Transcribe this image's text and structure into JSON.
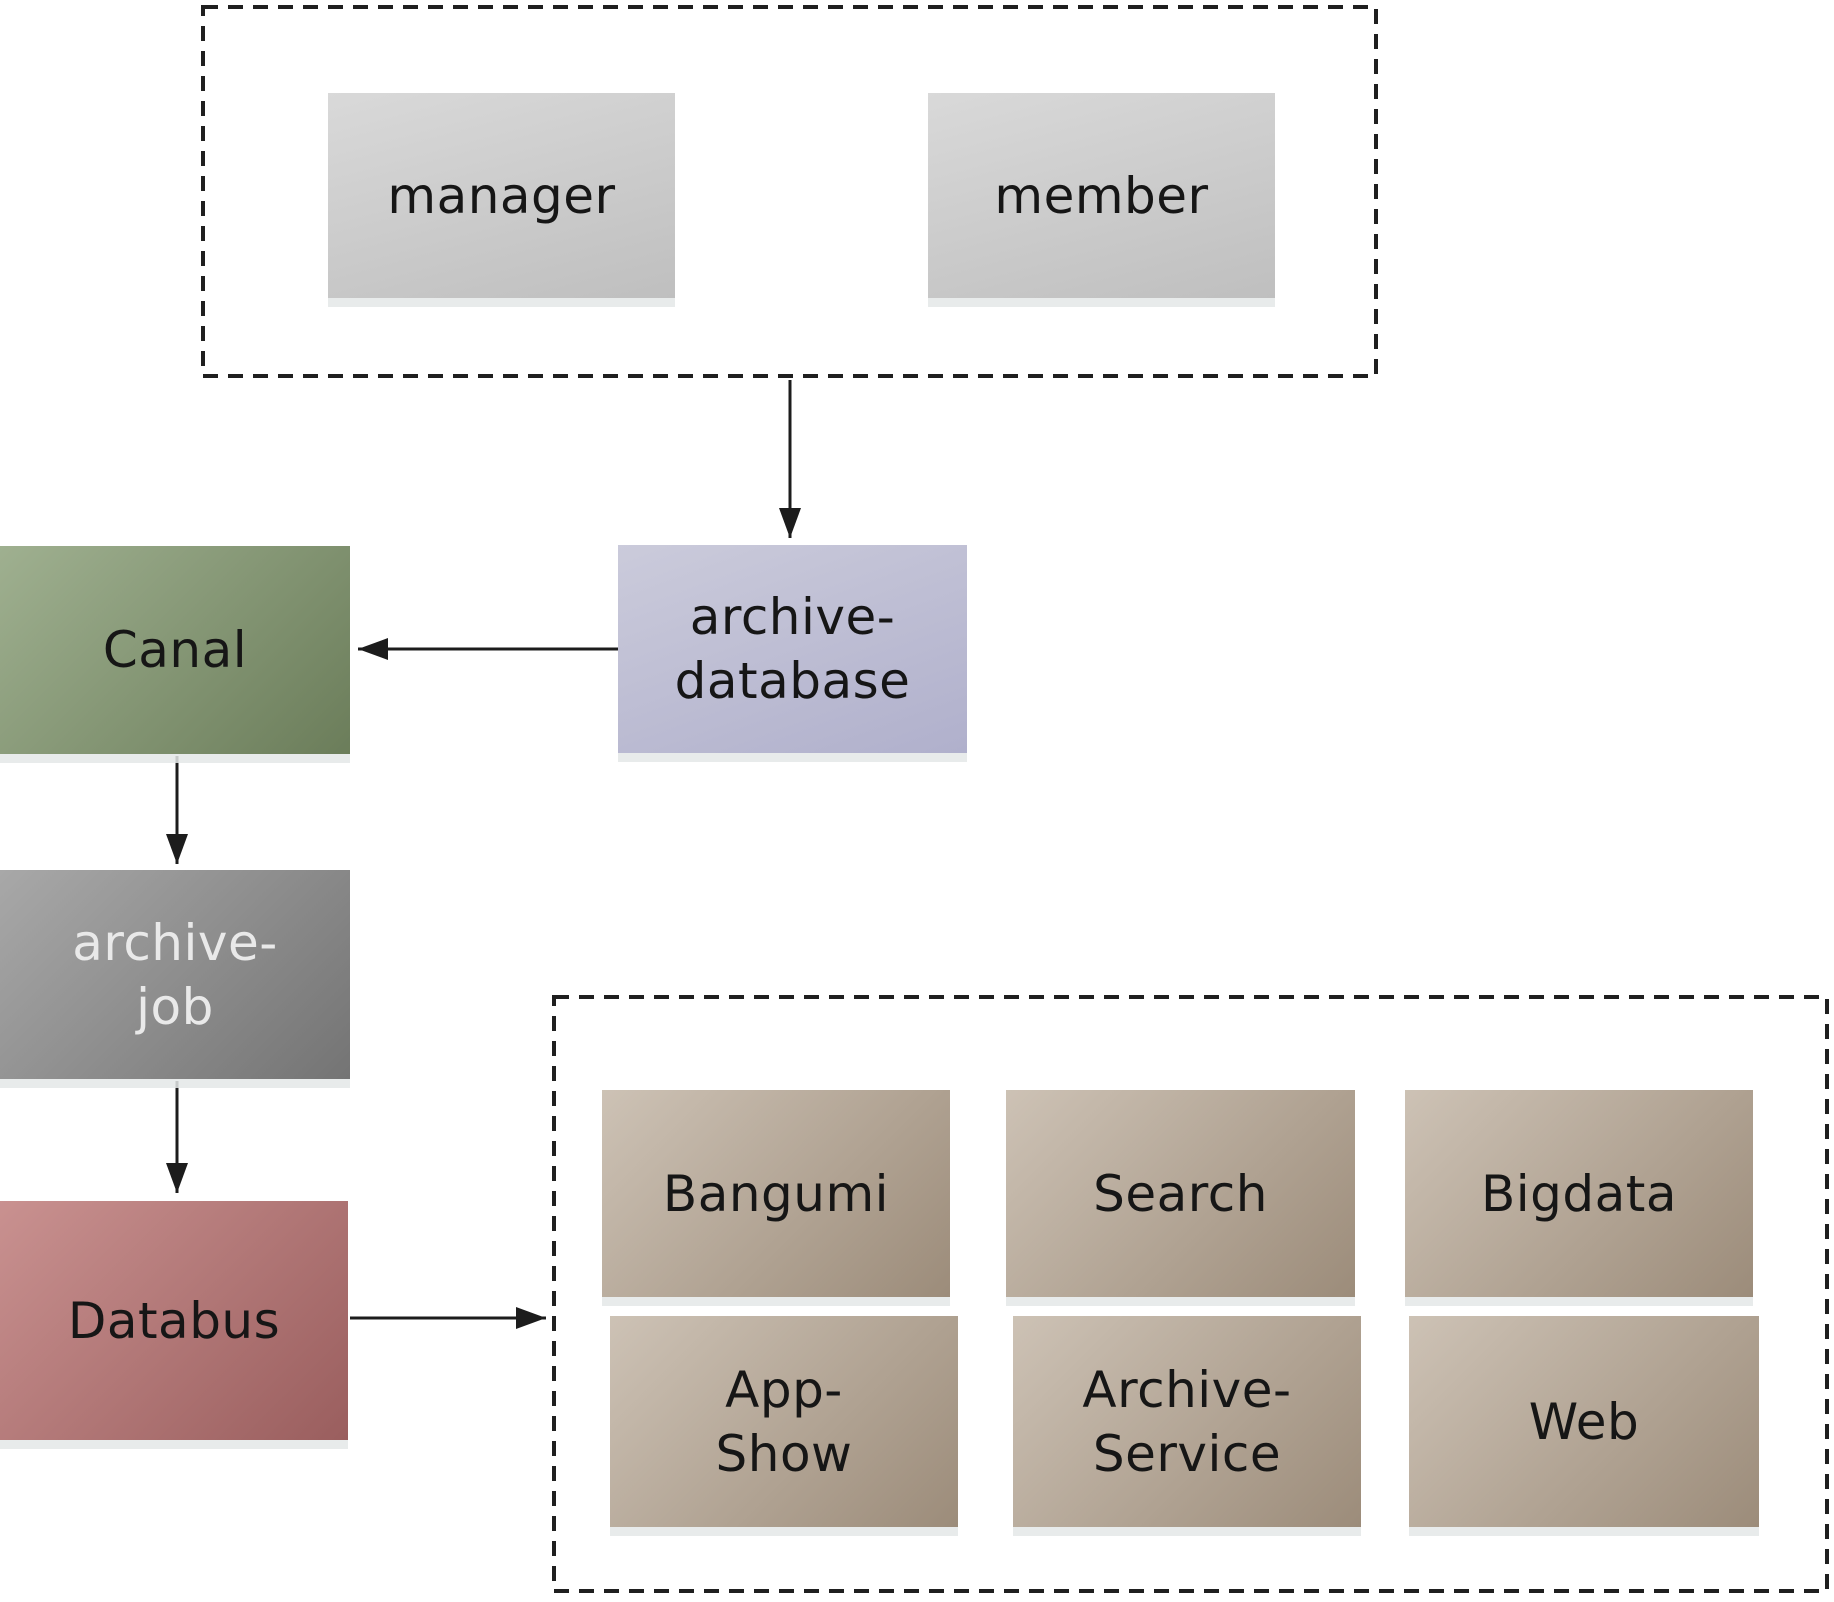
{
  "diagram": {
    "background": "#ffffff",
    "connector_color": "#1c1c1c",
    "dashed_border_color": "#1f1f1f",
    "nodes": {
      "manager": {
        "lines": [
          "manager"
        ]
      },
      "member": {
        "lines": [
          "member"
        ]
      },
      "archive_database": {
        "lines": [
          "archive-",
          "database"
        ]
      },
      "canal": {
        "lines": [
          "Canal"
        ]
      },
      "archive_job": {
        "lines": [
          "archive-",
          "job"
        ]
      },
      "databus": {
        "lines": [
          "Databus"
        ]
      },
      "bangumi": {
        "lines": [
          "Bangumi"
        ]
      },
      "search": {
        "lines": [
          "Search"
        ]
      },
      "bigdata": {
        "lines": [
          "Bigdata"
        ]
      },
      "app_show": {
        "lines": [
          "App-",
          "Show"
        ]
      },
      "archive_service": {
        "lines": [
          "Archive-",
          "Service"
        ]
      },
      "web": {
        "lines": [
          "Web"
        ]
      }
    },
    "connectors": [
      {
        "from": "clients-group",
        "to": "archive_database"
      },
      {
        "from": "archive_database",
        "to": "canal"
      },
      {
        "from": "canal",
        "to": "archive_job"
      },
      {
        "from": "archive_job",
        "to": "databus"
      },
      {
        "from": "databus",
        "to": "services-group"
      }
    ],
    "colors": {
      "client": {
        "top": "#d9d9d9",
        "bottom": "#bfbfbf"
      },
      "database": {
        "top": "#cbcbdb",
        "bottom": "#b0b0cc"
      },
      "canal": {
        "top": "#9fb090",
        "bottom": "#6b7d5a"
      },
      "job": {
        "top": "#a8a8a8",
        "bottom": "#747474"
      },
      "databus": {
        "top": "#c99190",
        "bottom": "#9a5e5e"
      },
      "service": {
        "top": "#cdc2b5",
        "bottom": "#9c8c7a"
      }
    }
  }
}
